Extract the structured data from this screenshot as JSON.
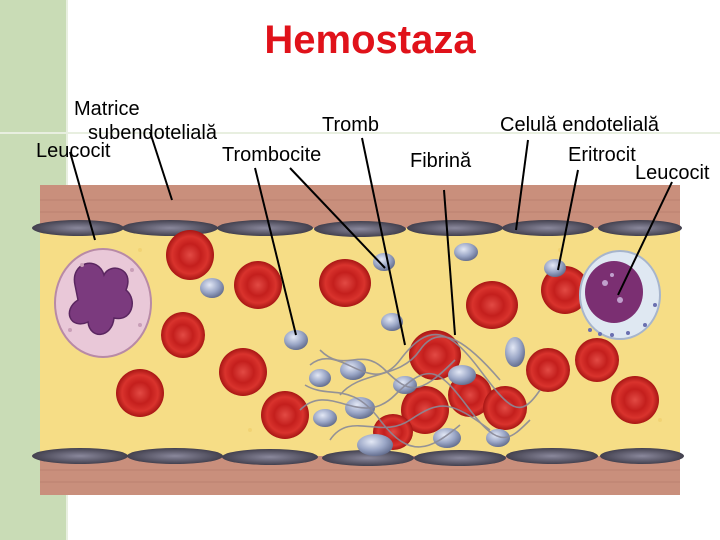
{
  "slide": {
    "title": "Hemostaza",
    "labels": {
      "matrice": "Matrice",
      "subendoteliala": "subendotelială",
      "leucocit_left": "Leucocit",
      "trombocite": "Trombocite",
      "tromb": "Tromb",
      "fibrina": "Fibrină",
      "celula_endoteliala": "Celulă endotelială",
      "eritrocit": "Eritrocit",
      "leucocit_right": "Leucocit"
    }
  },
  "colors": {
    "title": "#e0121a",
    "vessel_wall": "#c98f7c",
    "plasma": "#f6dd86",
    "erythrocyte": "#d42b28",
    "platelet": "#8e9ab8",
    "endothelium": "#4c4a5c",
    "fibrin": "#8a8a98"
  }
}
